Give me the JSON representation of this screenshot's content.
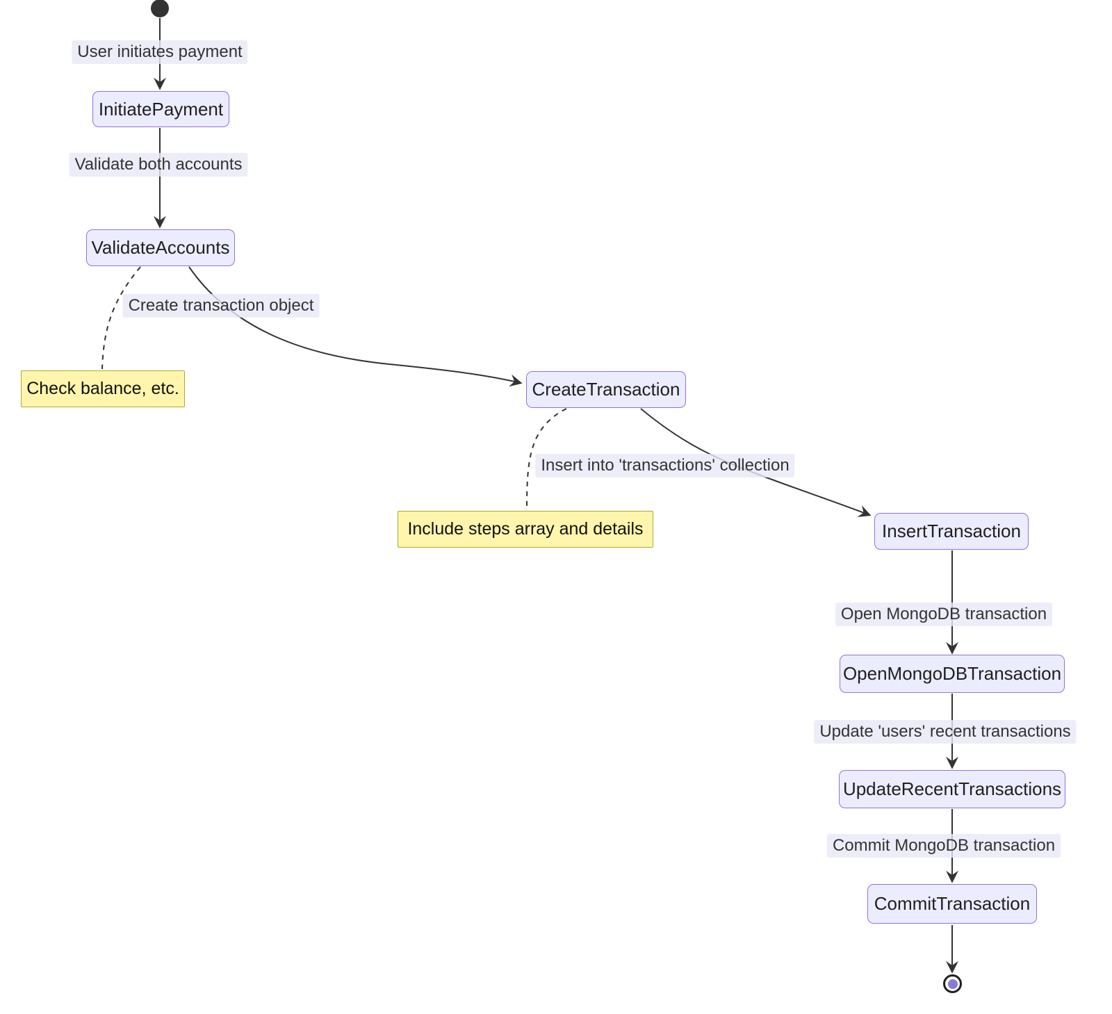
{
  "diagram": {
    "type": "state-flowchart",
    "nodes": [
      {
        "label": "InitiatePayment"
      },
      {
        "label": "ValidateAccounts"
      },
      {
        "label": "CreateTransaction"
      },
      {
        "label": "InsertTransaction"
      },
      {
        "label": "OpenMongoDBTransaction"
      },
      {
        "label": "UpdateRecentTransactions"
      },
      {
        "label": "CommitTransaction"
      }
    ],
    "notes": [
      {
        "text": "Check balance, etc."
      },
      {
        "text": "Include steps array and details"
      }
    ],
    "edges": [
      {
        "label": "User initiates payment"
      },
      {
        "label": "Validate both accounts"
      },
      {
        "label": "Create transaction object"
      },
      {
        "label": "Insert into 'transactions' collection"
      },
      {
        "label": "Open MongoDB transaction"
      },
      {
        "label": "Update 'users' recent transactions"
      },
      {
        "label": "Commit MongoDB transaction"
      }
    ],
    "colors": {
      "state_fill": "#ECECFF",
      "state_border": "#9370DB",
      "note_fill": "#FFF5AD",
      "note_border": "#AAAA33",
      "line": "#333333",
      "start_fill": "#333333",
      "end_inner": "#8A7AD6",
      "label_bg": "rgba(232,232,247,0.8)",
      "text": "#333333",
      "background": "#FFFFFF"
    }
  }
}
